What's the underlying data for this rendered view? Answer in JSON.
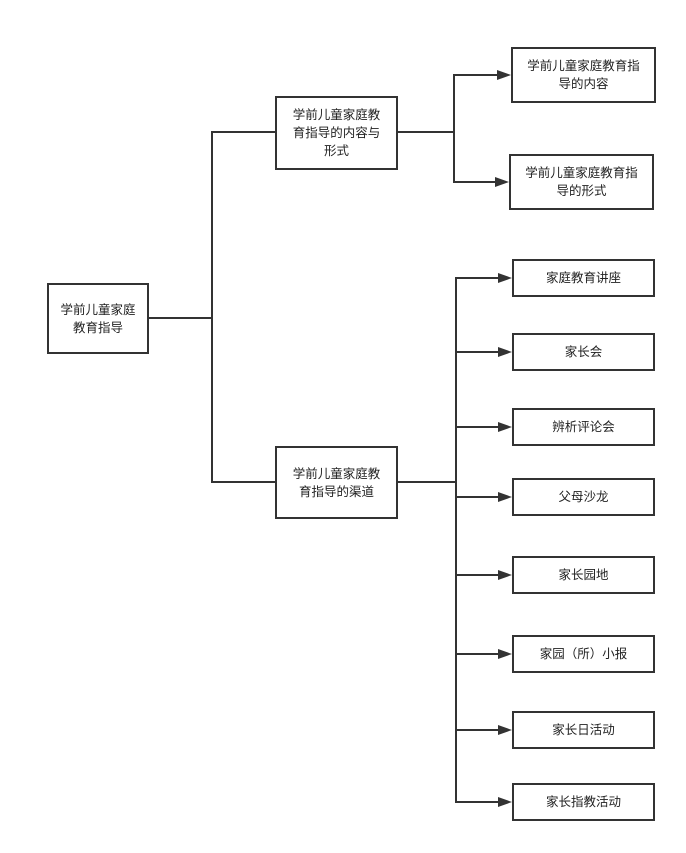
{
  "nodes": {
    "root": {
      "text": "学前儿童家庭\n教育指导"
    },
    "content_form": {
      "text": "学前儿童家庭教\n育指导的内容与\n形式"
    },
    "content": {
      "text": "学前儿童家庭教育指\n导的内容"
    },
    "form": {
      "text": "学前儿童家庭教育指\n导的形式"
    },
    "channels": {
      "text": "学前儿童家庭教\n育指导的渠道"
    },
    "lecture": {
      "text": "家庭教育讲座"
    },
    "parent_meeting": {
      "text": "家长会"
    },
    "debate": {
      "text": "辨析评论会"
    },
    "salon": {
      "text": "父母沙龙"
    },
    "garden": {
      "text": "家长园地"
    },
    "newsletter": {
      "text": "家园（所）小报"
    },
    "open_day": {
      "text": "家长日活动"
    },
    "guidance": {
      "text": "家长指教活动"
    }
  },
  "edges": [
    [
      "root",
      "content_form"
    ],
    [
      "root",
      "channels"
    ],
    [
      "content_form",
      "content"
    ],
    [
      "content_form",
      "form"
    ],
    [
      "channels",
      "lecture"
    ],
    [
      "channels",
      "parent_meeting"
    ],
    [
      "channels",
      "debate"
    ],
    [
      "channels",
      "salon"
    ],
    [
      "channels",
      "garden"
    ],
    [
      "channels",
      "newsletter"
    ],
    [
      "channels",
      "open_day"
    ],
    [
      "channels",
      "guidance"
    ]
  ],
  "colors": {
    "line": "#333333",
    "border": "#333333",
    "text": "#222222"
  }
}
